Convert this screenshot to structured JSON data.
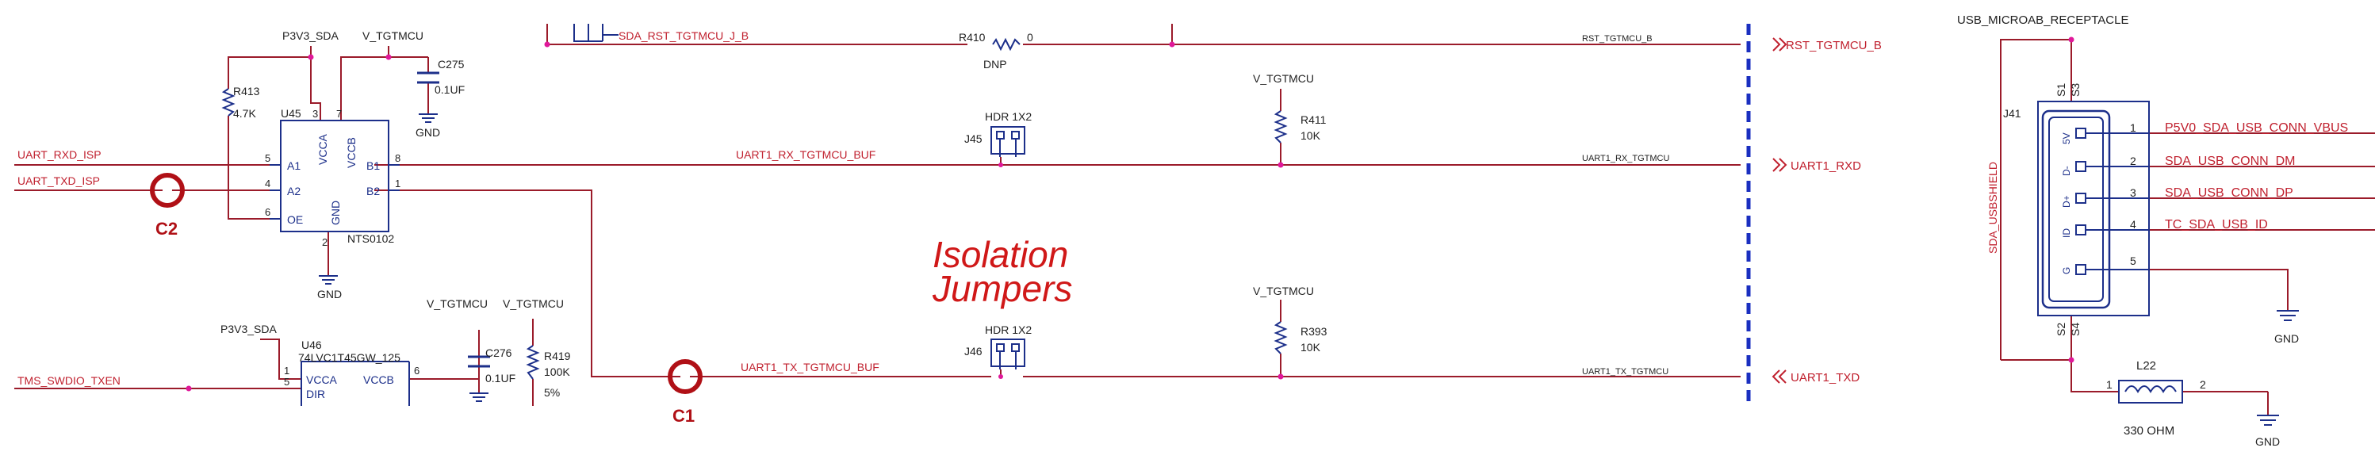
{
  "labels": {
    "p3v3_sda_top": "P3V3_SDA",
    "v_tgtmcu_top": "V_TGTMCU",
    "c275": "C275",
    "c275_val": "0.1UF",
    "gnd_c275": "GND",
    "r413": "R413",
    "r413_val": "4.7K",
    "u45": "U45",
    "u45_part": "NTS0102",
    "u45_vcca": "VCCA",
    "u45_vccb": "VCCB",
    "u45_gnd": "GND",
    "u45_a1": "A1",
    "u45_a2": "A2",
    "u45_oe": "OE",
    "u45_b1": "B1",
    "u45_b2": "B2",
    "pin3": "3",
    "pin7": "7",
    "pin5": "5",
    "pin4": "4",
    "pin6": "6",
    "pin8": "8",
    "pin1": "1",
    "pin2": "2",
    "gnd_u45": "GND",
    "uart_rxd_isp": "UART_RXD_ISP",
    "uart_txd_isp": "UART_TXD_ISP",
    "c2": "C2",
    "c1": "C1",
    "sda_rst_net": "SDA_RST_TGTMCU_J_B",
    "r410": "R410",
    "r410_val": "0",
    "r410_dnp": "DNP",
    "rst_tgtmcu_b_wire": "RST_TGTMCU_B",
    "rst_tgtmcu_b_port": "RST_TGTMCU_B",
    "hdr1": "HDR 1X2",
    "j45": "J45",
    "hdr2": "HDR 1X2",
    "j46": "J46",
    "v_tgtmcu_r411": "V_TGTMCU",
    "r411": "R411",
    "r411_val": "10K",
    "v_tgtmcu_r393": "V_TGTMCU",
    "r393": "R393",
    "r393_val": "10K",
    "uart1_rx_buf": "UART1_RX_TGTMCU_BUF",
    "uart1_rx_wire": "UART1_RX_TGTMCU",
    "uart1_rxd_port": "UART1_RXD",
    "uart1_tx_buf": "UART1_TX_TGTMCU_BUF",
    "uart1_tx_wire": "UART1_TX_TGTMCU",
    "uart1_txd_port": "UART1_TXD",
    "isolation_1": "Isolation",
    "isolation_2": "Jumpers",
    "p3v3_sda_bot": "P3V3_SDA",
    "u46": "U46",
    "u46_part": "74LVC1T45GW_125",
    "u46_vcca": "VCCA",
    "u46_dir": "DIR",
    "u46_vccb": "VCCB",
    "u46_pin1": "1",
    "u46_pin5": "5",
    "u46_pin6": "6",
    "tms_swdio": "TMS_SWDIO_TXEN",
    "v_tgtmcu_c276": "V_TGTMCU",
    "c276": "C276",
    "c276_val": "0.1UF",
    "v_tgtmcu_r419": "V_TGTMCU",
    "r419": "R419",
    "r419_val": "100K",
    "r419_tol": "5%",
    "usb_title": "USB_MICROAB_RECEPTACLE",
    "j41": "J41",
    "sda_usbshield": "SDA_USBSHIELD",
    "s1": "S1",
    "s3": "S3",
    "s2": "S2",
    "s4": "S4",
    "usb_5v": "5V",
    "usb_dm": "D-",
    "usb_dp": "D+",
    "usb_id": "ID",
    "usb_g": "G",
    "usb_pin1": "1",
    "usb_pin2": "2",
    "usb_pin3": "3",
    "usb_pin4": "4",
    "usb_pin5": "5",
    "vbus_net": "P5V0_SDA_USB_CONN_VBUS",
    "dm_net": "SDA_USB_CONN_DM",
    "dp_net": "SDA_USB_CONN_DP",
    "id_net": "TC_SDA_USB_ID",
    "gnd_usb": "GND",
    "l22": "L22",
    "l22_pin1": "1",
    "l22_pin2": "2",
    "l22_val": "330 OHM",
    "gnd_l22": "GND"
  },
  "colors": {
    "wire": "#9b1b2a",
    "net_text": "#c0202e",
    "component": "#1c2f8a",
    "junction": "#e0189a",
    "ground": "#2a7a2a",
    "annotation": "#d01818",
    "boundary": "#1a2fc0"
  }
}
